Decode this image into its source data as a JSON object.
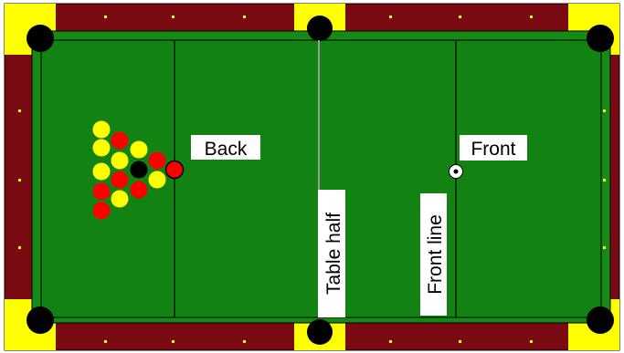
{
  "labels": {
    "back": "Back",
    "front": "Front",
    "table_half": "Table half",
    "front_line": "Front line"
  },
  "colors": {
    "felt": "#128212",
    "cushion": "#168a16",
    "rail": "#7a0a12",
    "corner": "#ffff00",
    "pocket": "#000000",
    "diamond": "#ffff00",
    "line": "#000000",
    "half_line": "#9a9a9a",
    "ball_yellow": "#ffff00",
    "ball_red": "#ff0000",
    "ball_black": "#000000",
    "cue_ball": "#ffffff",
    "label_bg": "#ffffff"
  },
  "balls": {
    "rack_rows": [
      [
        "yellow",
        "yellow",
        "yellow",
        "red",
        "red"
      ],
      [
        "red",
        "yellow",
        "red",
        "yellow"
      ],
      [
        "yellow",
        "black",
        "red"
      ],
      [
        "red",
        "yellow"
      ],
      [
        "red"
      ]
    ],
    "cue_ball": "white"
  }
}
